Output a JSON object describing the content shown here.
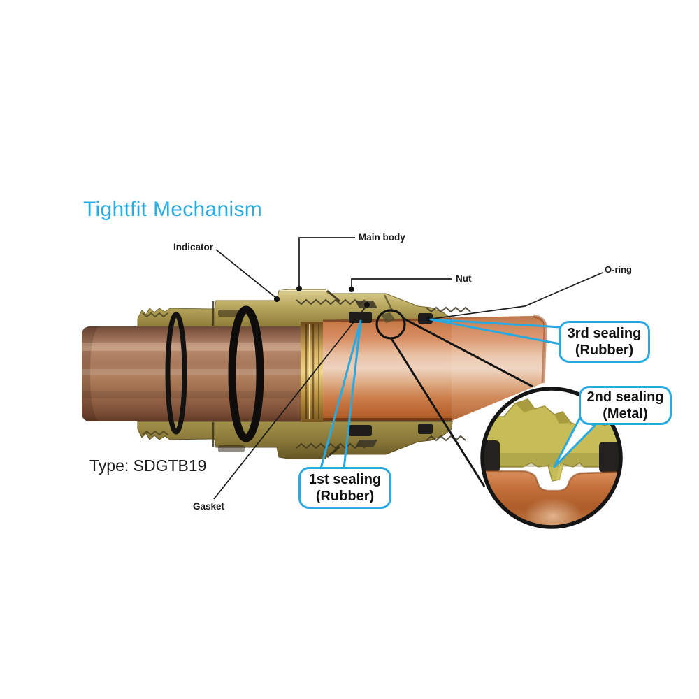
{
  "title": {
    "text": "Tightfit Mechanism"
  },
  "type_label": "Type: SDGTB19",
  "part_labels": {
    "indicator": "Indicator",
    "main_body": "Main body",
    "nut": "Nut",
    "o_ring": "O-ring",
    "gasket": "Gasket"
  },
  "callouts": {
    "first": {
      "line1": "1st sealing",
      "line2": "(Rubber)"
    },
    "second": {
      "line1": "2nd sealing",
      "line2": "(Metal)"
    },
    "third": {
      "line1": "3rd sealing",
      "line2": "(Rubber)"
    }
  },
  "colors": {
    "accent_blue": "#2aa9e0",
    "title_blue": "#29abe2",
    "line_black": "#1a1a1a",
    "brass": "#b5a45c",
    "copper_pipe": "#a97a5d",
    "inner_pipe": "#cc7e4b",
    "inset_brass": "#c6bc58",
    "inset_copper": "#c4703a"
  }
}
